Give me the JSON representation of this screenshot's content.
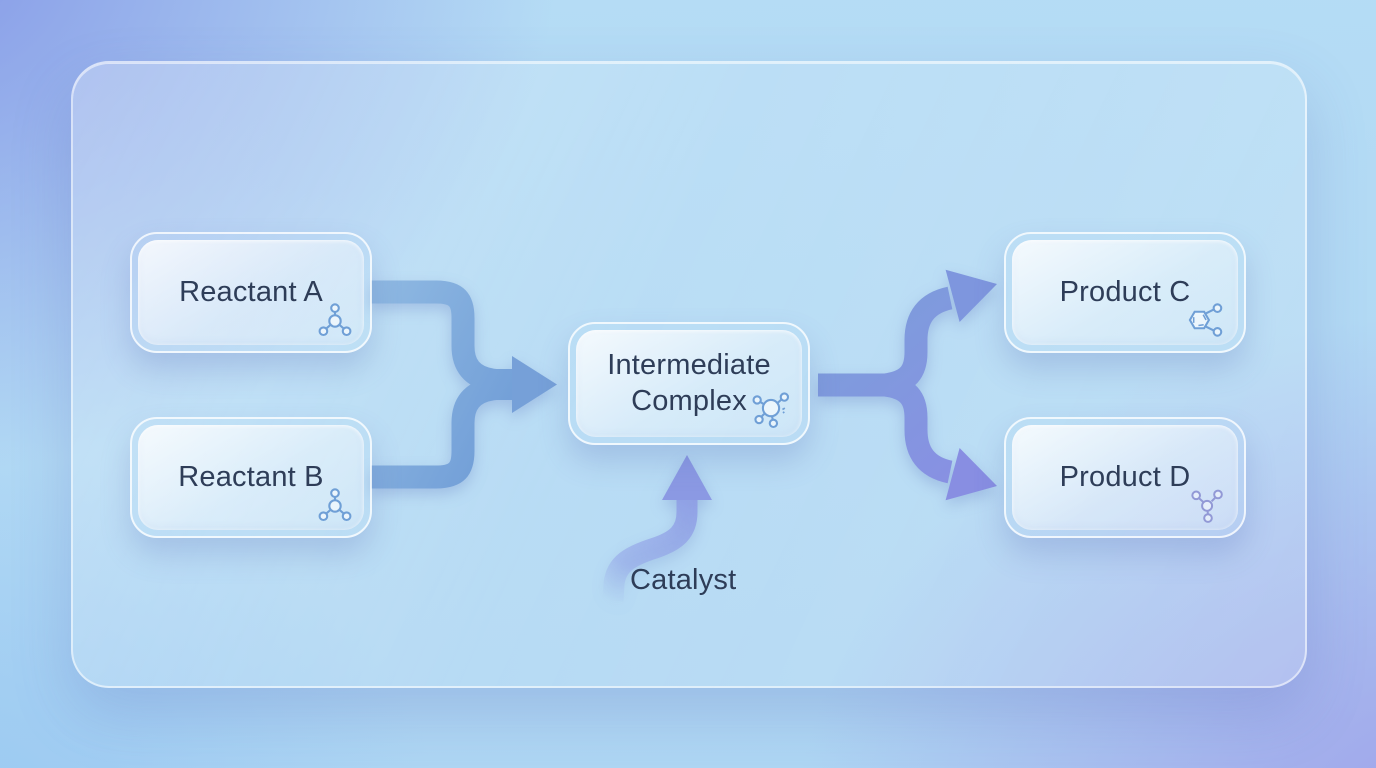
{
  "diagram": {
    "type": "reaction-flow",
    "nodes": {
      "reactant_a": {
        "label": "Reactant A",
        "icon": "molecule-trigonal"
      },
      "reactant_b": {
        "label": "Reactant B",
        "icon": "molecule-trigonal"
      },
      "intermediate": {
        "label": "Intermediate Complex",
        "icon": "molecule-complex"
      },
      "product_c": {
        "label": "Product C",
        "icon": "molecule-benzene"
      },
      "product_d": {
        "label": "Product D",
        "icon": "molecule-trigonal-purple"
      }
    },
    "annotations": {
      "catalyst": {
        "label": "Catalyst"
      }
    },
    "edges": [
      {
        "from": "reactant_a",
        "to": "intermediate",
        "type": "merge-arrow"
      },
      {
        "from": "reactant_b",
        "to": "intermediate",
        "type": "merge-arrow"
      },
      {
        "from": "intermediate",
        "to": "product_c",
        "type": "split-arrow"
      },
      {
        "from": "intermediate",
        "to": "product_d",
        "type": "split-arrow"
      },
      {
        "from": "catalyst",
        "to": "intermediate",
        "type": "catalyst-arrow"
      }
    ],
    "colors": {
      "merge_arrow_start": "#8fb9e2",
      "merge_arrow_end": "#6e9bd6",
      "split_arrow_start": "#7aa0da",
      "split_arrow_end": "#8a8ee4",
      "catalyst_arrow": "#8b99e3",
      "node_text": "#2e3d58",
      "icon_blue": "#6f9fd6",
      "icon_purple": "#9299d6",
      "bg_top_left": "#8b9fe8",
      "bg_top_right": "#b6dcf5",
      "bg_bottom_left": "#a6d2f2",
      "bg_bottom_right": "#a4a6e9",
      "panel_border": "#ffffff"
    }
  }
}
